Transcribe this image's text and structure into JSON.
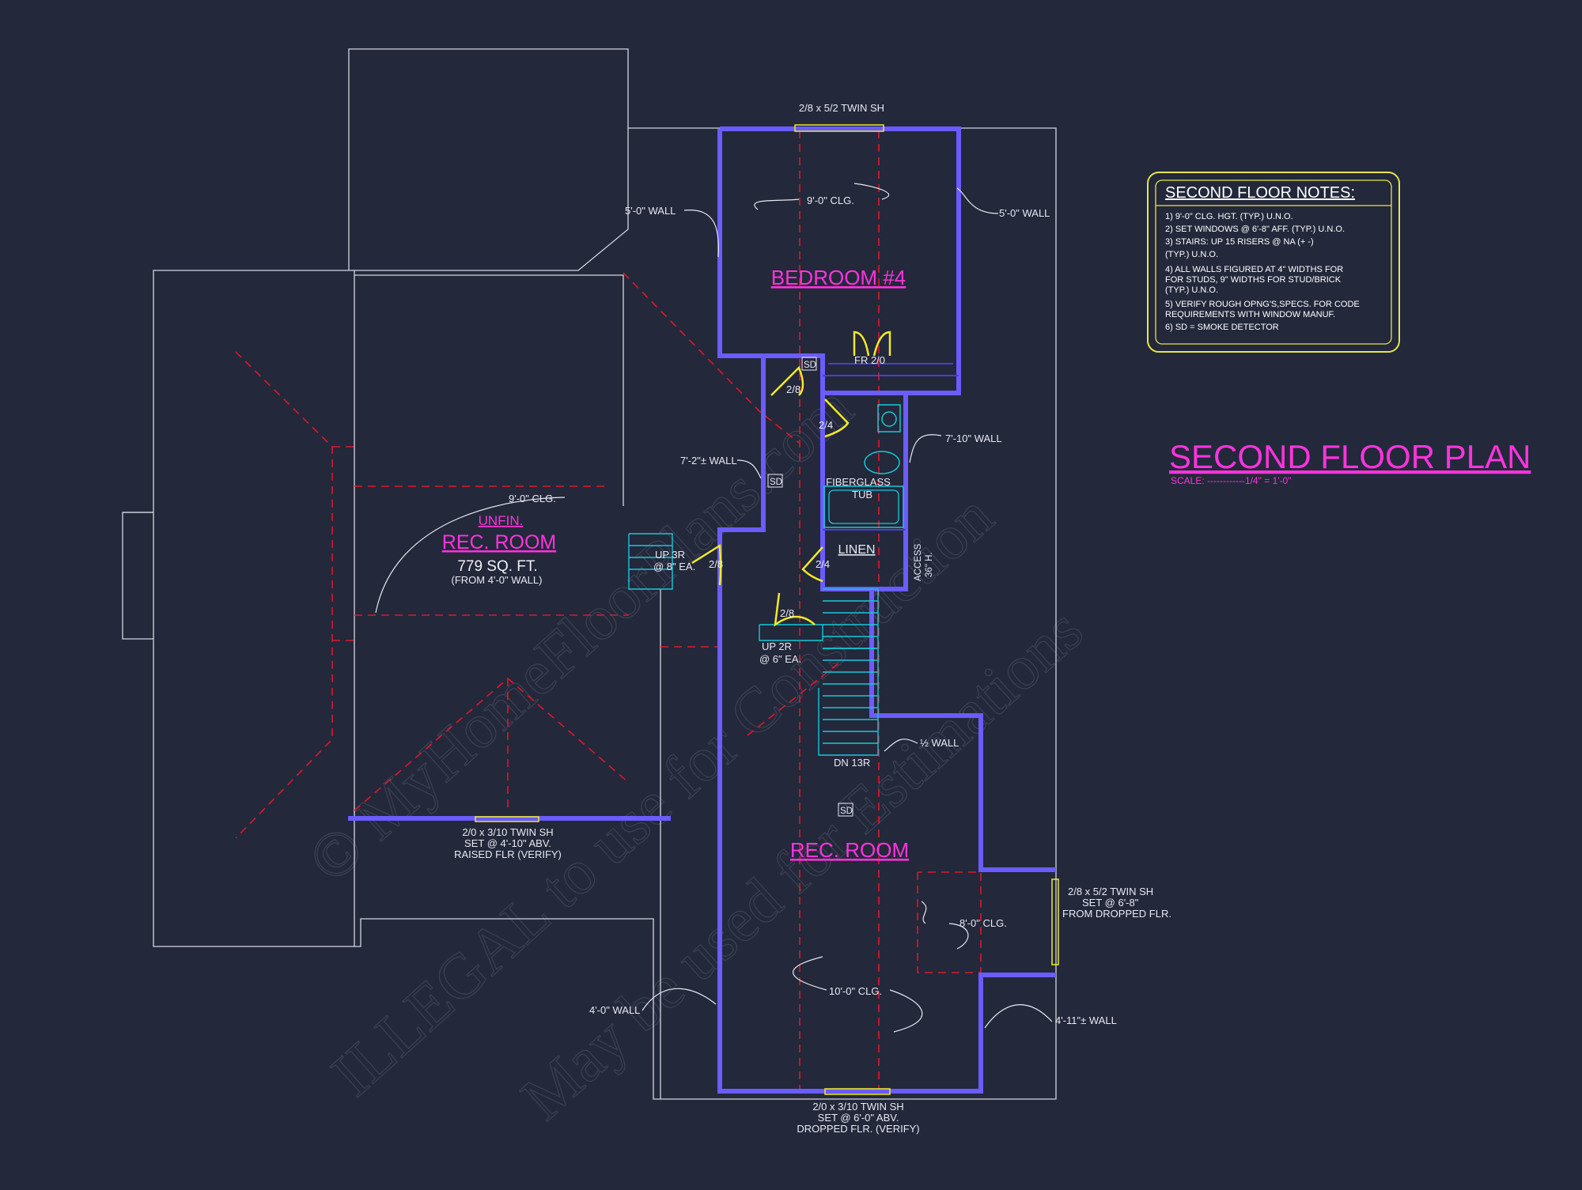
{
  "title": "SECOND FLOOR PLAN",
  "scale": "SCALE: ------------1/4\" = 1'-0\"",
  "notes": {
    "heading": "SECOND FLOOR NOTES:",
    "lines": [
      "1) 9'-0\"  CLG. HGT. (TYP.) U.N.O.",
      "2) SET WINDOWS @ 6'-8\" AFF. (TYP.) U.N.O.",
      "3) STAIRS: UP 15 RISERS @ NA (+ -)",
      "     (TYP.) U.N.O.",
      "4) ALL WALLS FIGURED AT 4\" WIDTHS FOR",
      "     FOR STUDS, 9\" WIDTHS FOR STUD/BRICK",
      "     (TYP.) U.N.O.",
      "5) VERIFY ROUGH OPNG'S,SPECS. FOR CODE",
      "     REQUIREMENTS WITH WINDOW MANUF.",
      "6) SD = SMOKE DETECTOR"
    ]
  },
  "rooms": {
    "bedroom4": "BEDROOM #4",
    "unfin": "UNFIN.",
    "rec_unfin": "REC. ROOM",
    "rec_unfin_area": "779 SQ. FT.",
    "rec_unfin_note": "(FROM 4'-0\" WALL)",
    "rec_room": "REC. ROOM",
    "fiberglass": "FIBERGLASS",
    "tub": "TUB",
    "linen": "LINEN",
    "access_1": "ACCESS",
    "access_2": "36\" H."
  },
  "labels": {
    "win_top": "2/8 x 5/2 TWIN SH",
    "wall_5_left": "5'-0\" WALL",
    "wall_5_right": "5'-0\" WALL",
    "clg_9_bed": "9'-0\" CLG.",
    "fr": "FR 2/0",
    "d28_a": "2/8",
    "d24_a": "2/4",
    "wall_710": "7'-10\" WALL",
    "wall_72": "7'-2\"± WALL",
    "clg_9_rec": "9'-0\" CLG.",
    "up3r_1": "UP 3R",
    "up3r_2": "@ 8\" EA.",
    "d28_b": "2/8",
    "d24_b": "2/4",
    "d28_c": "2/8",
    "up2r_1": "UP 2R",
    "up2r_2": "@ 6\" EA.",
    "half_wall": "½ WALL",
    "dn13r": "DN 13R",
    "win_raised_1": "2/0 x 3/10 TWIN SH",
    "win_raised_2": "SET @ 4'-10\" ABV.",
    "win_raised_3": "RAISED FLR (VERIFY)",
    "win_right_1": "2/8 x 5/2 TWIN SH",
    "win_right_2": "SET @ 6'-8\"",
    "win_right_3": "FROM DROPPED FLR.",
    "clg_8": "8'-0\" CLG.",
    "clg_10": "10'-0\" CLG.",
    "wall_4": "4'-0\" WALL",
    "wall_411": "4'-11\"± WALL",
    "win_bot_1": "2/0 x 3/10 TWIN SH",
    "win_bot_2": "SET @ 6'-0\" ABV.",
    "win_bot_3": "DROPPED FLR. (VERIFY)",
    "sd": "SD"
  },
  "watermark": {
    "line1": "© MyHomeFloorPlans.com",
    "line2": "ILLEGAL to use for Construction",
    "line3": "May be used for Estimations"
  },
  "colors": {
    "background": "#23283b",
    "wall": "#6a5cff",
    "dims": "#e0182a",
    "magenta": "#ff33dd",
    "notes_border": "#e6e64a",
    "stairs": "#18c8d8"
  }
}
